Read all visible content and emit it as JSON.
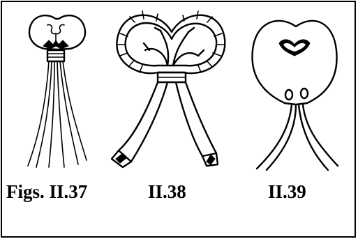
{
  "figure": {
    "captions": [
      "Figs. II.37",
      "II.38",
      "II.39"
    ],
    "ink_color": "#000000",
    "background_color": "#ffffff"
  }
}
